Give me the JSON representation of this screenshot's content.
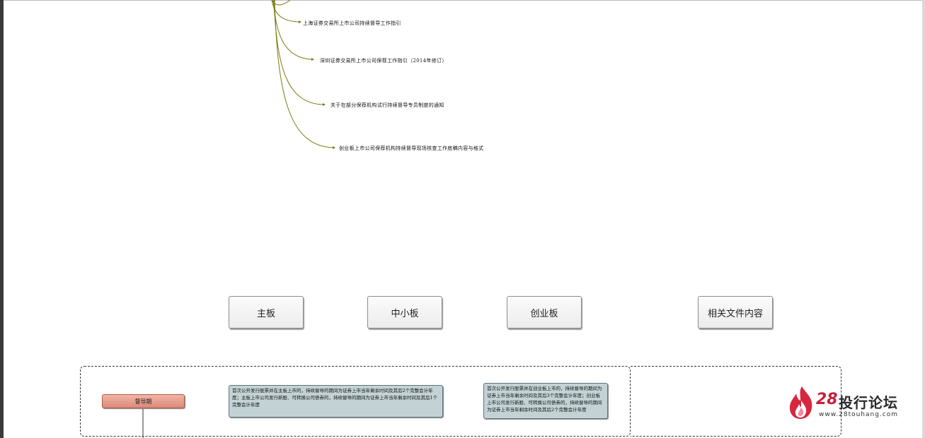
{
  "branches": [
    {
      "label": "上海证券交易所上市公司持续督导工作指引"
    },
    {
      "label": "深圳证券交易所上市公司保荐工作指引（2014年修订）"
    },
    {
      "label": "关于在部分保荐机构试行持续督导专员制度的通知"
    },
    {
      "label": "创业板上市公司保荐机构持续督导现场核查工作底稿内容与格式"
    }
  ],
  "boards": {
    "main": "主板",
    "sme": "中小板",
    "gem": "创业板",
    "docs": "相关文件内容"
  },
  "period_label": "督导期",
  "notes": {
    "main_board": "首次公开发行股票并在主板上市的，持续督导的期间为证券上市当年剩余时间及其后2个完整会计年度；主板上市公司发行新股、可转换公司债券的，持续督导的期间为证券上市当年剩余时间及其后1个完整会计年度",
    "gem_board": "首次公开发行股票并在创业板上市的，持续督导的期间为证券上市当年剩余时间及其后3个完整会计年度；创业板上市公司发行新股、可转换公司债券的，持续督导的期间为证券上市当年剩余时间及其后2个完整会计年度"
  },
  "watermark": {
    "number": "28",
    "name": "投行论坛",
    "url": "www.28touhang.com"
  },
  "colors": {
    "connector": "#7a7a10",
    "period_fill": "#e49a89",
    "note_fill": "#c3d3d5",
    "watermark_red": "#c8203a"
  }
}
